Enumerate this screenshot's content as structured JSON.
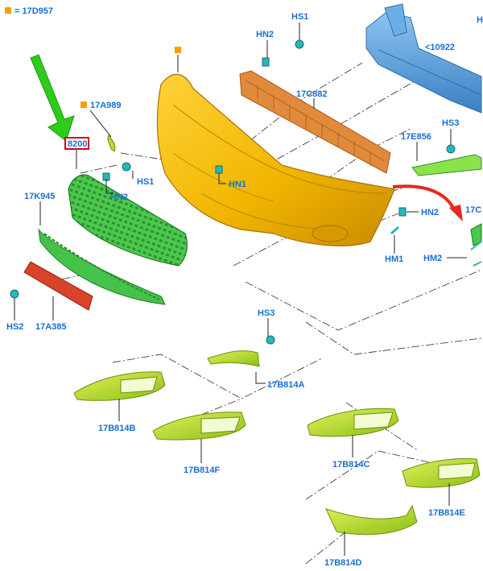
{
  "legend": {
    "symbol_color": "#f5a000",
    "text": "= 17D957"
  },
  "highlight": {
    "code": "8200",
    "box_color": "#d0021b",
    "arrow_color": "#2ecc1a"
  },
  "red_arrow_color": "#e8281e",
  "parts": {
    "reinforcement": "<10922",
    "energy_absorber": "17C882",
    "bracket_right": "17E856",
    "grille": "17K945",
    "lower_grille": "17A385",
    "garnish_a": "17B814A",
    "garnish_b": "17B814B",
    "garnish_c": "17B814C",
    "garnish_d": "17B814D",
    "garnish_e": "17B814E",
    "garnish_f": "17B814F",
    "cover_symbol_note": "17A989",
    "edge_cut": "17C"
  },
  "fasteners": {
    "hs1_top": "HS1",
    "hn2_top": "HN2",
    "hs3_right": "HS3",
    "hn1_cover": "HN1",
    "hn2_right": "HN2",
    "hm1": "HM1",
    "hm2": "HM2",
    "hs1_grille": "HS1",
    "hn2_grille": "HN2",
    "hs2": "HS2",
    "hs3_mid": "HS3",
    "edge_h": "H"
  },
  "colors": {
    "bumper_cover": "#f2b600",
    "absorber": "#e08a3c",
    "reinforcement": "#4f9ad9",
    "grille": "#49c84a",
    "lower_grille": "#d8432a",
    "garnish": "#b5dc26",
    "clip": "#29b7b7",
    "label": "#1a6fd1"
  }
}
